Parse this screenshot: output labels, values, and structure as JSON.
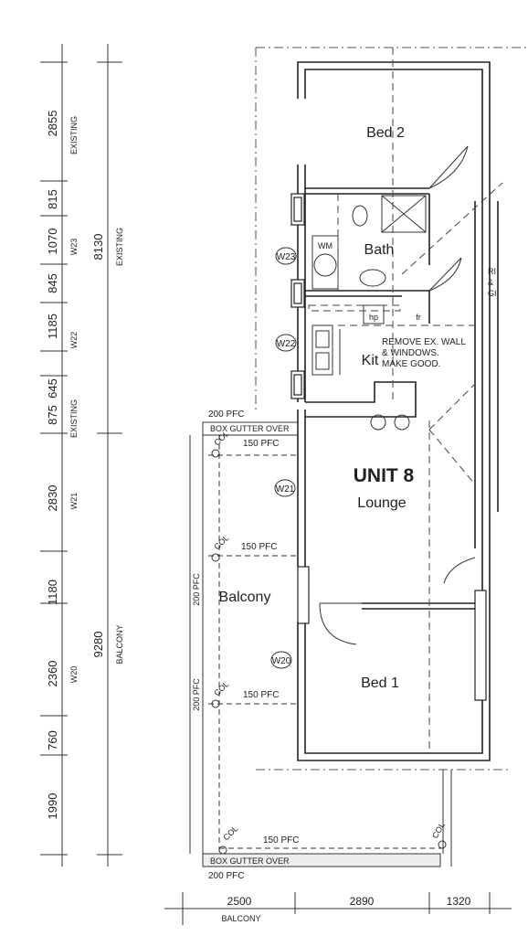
{
  "left_dims": {
    "segments": [
      "2855",
      "815",
      "1070",
      "845",
      "1185",
      "645",
      "875",
      "2830",
      "1180",
      "2360",
      "760",
      "1990"
    ],
    "segment_notes": [
      "EXISTING",
      "",
      "W23",
      "",
      "W22",
      "",
      "EXISTING",
      "W21",
      "",
      "W20",
      "",
      ""
    ],
    "overall_upper": "8130",
    "overall_upper_label": "EXISTING",
    "overall_lower": "9280",
    "overall_lower_label": "BALCONY"
  },
  "bottom_dims": {
    "segments": [
      "2500",
      "2890",
      "1320"
    ],
    "label": "BALCONY"
  },
  "rooms": {
    "bed2": "Bed 2",
    "bath": "Bath",
    "kit": "Kit",
    "unit": "UNIT 8",
    "lounge": "Lounge",
    "balcony": "Balcony",
    "bed1": "Bed 1"
  },
  "windows": [
    "W23",
    "W22",
    "W21",
    "W20"
  ],
  "fixtures": {
    "wm": "WM",
    "hp": "hp",
    "fr": "fr"
  },
  "notes": {
    "remove1": "REMOVE EX. WALL",
    "remove2": "& WINDOWS.",
    "remove3": "MAKE GOOD."
  },
  "balcony_notes": {
    "pfc200_top": "200 PFC",
    "box_gutter_top": "BOX GUTTER OVER",
    "pfc150_a": "150 PFC",
    "pfc150_b": "150 PFC",
    "pfc150_c": "150 PFC",
    "pfc150_bottom": "150 PFC",
    "pfc200_side": "200 PFC",
    "pfc200_side2": "200 PFC",
    "box_gutter_bottom": "BOX GUTTER OVER",
    "pfc200_bottom": "200 PFC",
    "col": "COL"
  },
  "edge_text": [
    "RI",
    "&",
    "GI"
  ]
}
